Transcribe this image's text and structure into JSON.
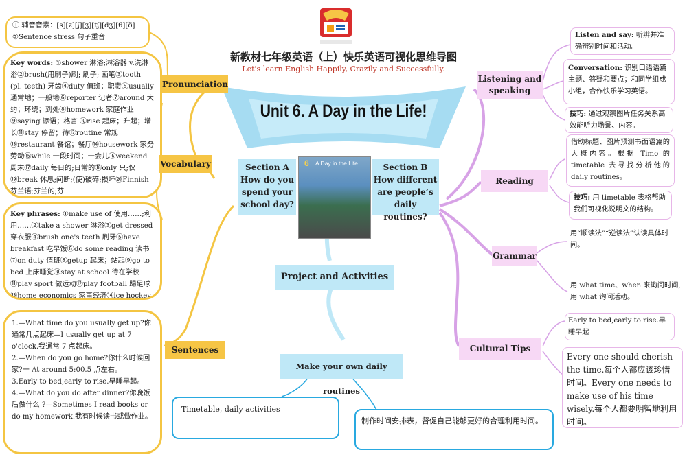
{
  "header": {
    "title": "新教材七年级英语（上）快乐英语可视化思维导图",
    "subtitle": "Let's learn English Happily, Crazily and Successfully."
  },
  "unit_title": "Unit 6. A Day in the Life!",
  "center_image": {
    "number": "6",
    "caption": "A Day in the Life"
  },
  "sections": {
    "a": "Section A How do you spend your school day?",
    "b": "Section B How different are people’s daily routines?"
  },
  "left": {
    "pronunciation_label": "Pronunciation",
    "pronunciation_text": [
      "① 辅音音素：[s][z][ʃ][ʒ][tʃ][dʒ][θ][ð]",
      "②Sentence stress 句子重音"
    ],
    "vocabulary_label": "Vocabulary",
    "key_words_head": "Key words:",
    "key_words": "①shower 淋浴;淋浴器 v.洗淋浴②brush(用刷子)刷;  刷子; 画笔③tooth (pl. teeth) 牙齿④duty 值班；职责⑤usually 通常地；一般地⑥reporter 记者⑦around 大约；环绕；到处⑧homework 家庭作业⑨saying 谚语；格言 ⑩rise 起床；升起；增长⑪stay 停留；待⑫routine 常规⑬restaurant 餐馆；餐厅⑭housework 家务劳动⑮while 一段时间；一会儿⑯weekend 周末⑰daily 每日的;日常的⑱only 只;仅⑲break 休息;间断;(使)破碎;损坏⑳Finnish 芬兰语;芬兰的;芬",
    "key_phrases_head": "Key phrases:",
    "key_phrases": "①make use of 使用……;利用……②take a shower 淋浴③get dressed 穿衣服④brush one's teeth 刷牙⑤have breakfast 吃早饭⑥do some reading 读书⑦on duty 值班⑧getup 起床；站起⑨go to bed 上床睡觉⑩stay at school 待在学校⑪play sport 做运动⑫play football 踢足球⑬home economics 家事经济⑭ice hockey",
    "sentences_label": "Sentences",
    "sentences": [
      "1.—What time do you usually get up?你通常几点起床—I usually get up at 7 o'clock.我通常 7 点起床。",
      "2.—When do you go home?你什么时候回家?一 At around 5:00.5 点左右。",
      "3.Early to bed,early to rise.早睡早起。",
      "4.—What do you do after dinner?你晚饭后做什么 ?—Sometimes I read books or do my homework.我有时候读书或做作业。"
    ]
  },
  "right": {
    "listening_label": "Listening and speaking",
    "listen_head": "Listen and say:",
    "listen_text": "听辨并准确辨别时间和活动。",
    "conv_head": "Conversation:",
    "conv_text": "识别口语语篇主题、答疑和要点；和同学组成小组，合作快乐学习英语。",
    "tip1_head": "技巧:",
    "tip1_text": "通过观察图片任务关系高效能听力场景、内容。",
    "reading_label": "Reading",
    "reading_text": "借助标题、图片预测书面语篇的大概内容。根据 Timo 的 timetable 去寻找分析他的 daily routines。",
    "tip2_head": "技巧:",
    "tip2_text": "用 timetable 表格帮助我们可视化说明文的结构。",
    "grammar_label": "Grammar",
    "grammar_text1": "用“顺读法”“逆读法”认读具体时间。",
    "grammar_text2": "用 what time、when 来询问时间,用 what 询问活动。",
    "culture_label": "Cultural Tips",
    "culture_text1": "Early to bed,early to rise.早睡早起",
    "culture_text2": "Every one should cherish the time.每个人都应该珍惜时间。Every one needs to make use of his time wisely.每个人都要明智地利用时间。"
  },
  "bottom": {
    "project_label": "Project and Activities",
    "routine_label": "Make your own daily routines",
    "box1": "Timetable, daily activities",
    "box2": "制作时间安排表，督促自己能够更好的合理利用时间。"
  },
  "colors": {
    "yellow": "#f4c542",
    "pink": "#f7d8f5",
    "blue": "#bfe8f7",
    "title_red": "#c0392b"
  }
}
